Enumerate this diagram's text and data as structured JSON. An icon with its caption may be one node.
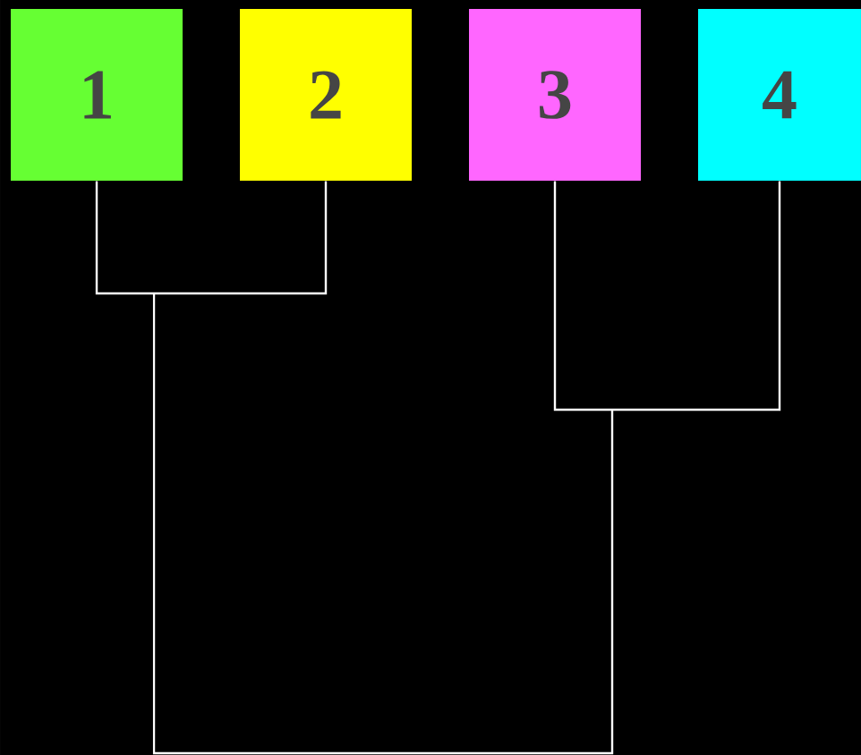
{
  "diagram": {
    "nodes": [
      {
        "text": [
          "1"
        ]
      },
      {
        "text": [
          "2"
        ]
      },
      {
        "text": [
          "3"
        ]
      },
      {
        "text": [
          "4"
        ]
      }
    ],
    "edges": [
      {
        "from": 0,
        "to": 1,
        "arrow": "none"
      },
      {
        "from": 2,
        "to": 3,
        "arrow": "none"
      }
    ]
  }
}
